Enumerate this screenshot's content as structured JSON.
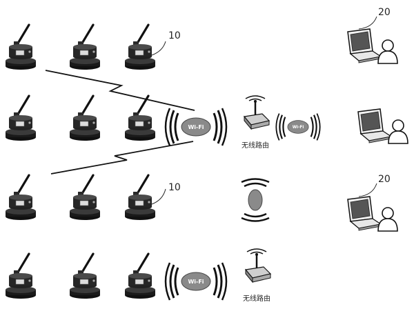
{
  "labels": {
    "sensor_ref_top": "10",
    "sensor_ref_mid": "10",
    "terminal_ref_top": "20",
    "terminal_ref_mid": "20",
    "router_top": "无线路由",
    "router_bottom": "无线路由",
    "wifi": "Wi-Fi"
  },
  "icons": {
    "sensor": "wireless-sensor-icon",
    "router": "wireless-router-icon",
    "laptop": "laptop-icon",
    "user": "user-icon",
    "signal": "wifi-signal-icon",
    "link": "lightning-link-icon"
  }
}
